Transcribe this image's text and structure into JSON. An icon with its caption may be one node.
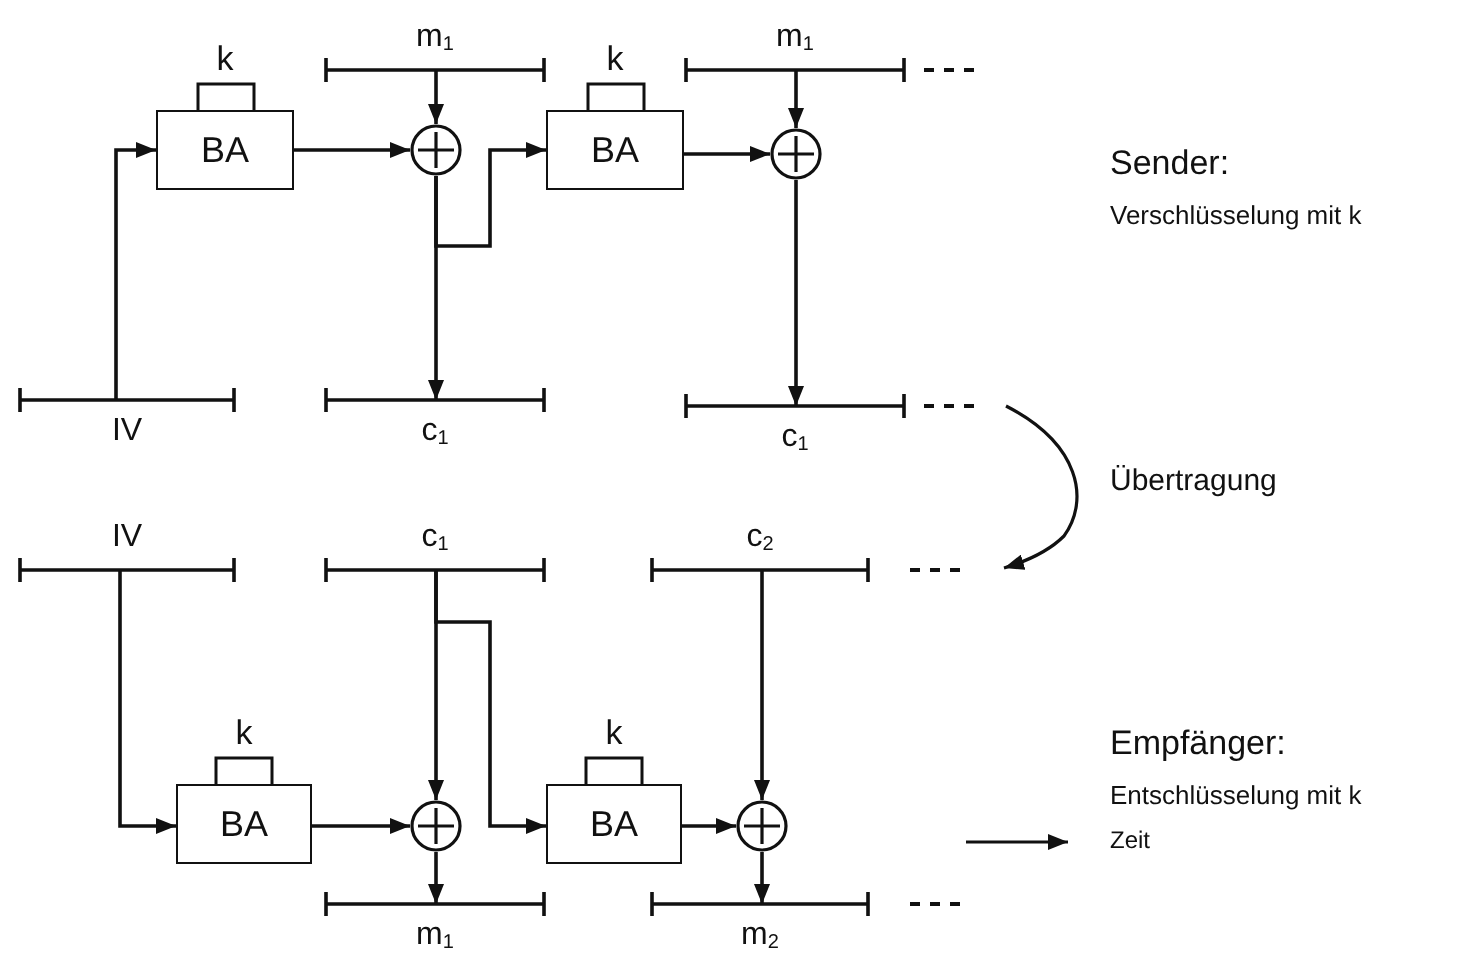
{
  "diagram": {
    "nodes": [
      {
        "text": [
          "IV"
        ]
      },
      {
        "text": [
          "BA"
        ],
        "beside": [
          "k"
        ]
      },
      {
        "text": [],
        "shape": "circle"
      },
      {
        "text": [
          "m$_{1}$"
        ]
      },
      {
        "text": [
          "c$_{1}$"
        ]
      },
      {
        "text": [
          "BA"
        ],
        "beside": [
          "k"
        ]
      },
      {
        "text": [],
        "shape": "circle"
      },
      {
        "text": [
          "m$_{1}$"
        ]
      },
      {
        "text": [
          "c$_{1}$"
        ]
      },
      {
        "text": [
          "IV"
        ]
      },
      {
        "text": [
          "c$_{1}$"
        ]
      },
      {
        "text": [
          "c$_{2}$"
        ]
      },
      {
        "text": [
          "BA"
        ],
        "beside": [
          "k"
        ]
      },
      {
        "text": [],
        "shape": "circle"
      },
      {
        "text": [
          "m$_{1}$"
        ]
      },
      {
        "text": [
          "BA"
        ],
        "beside": [
          "k"
        ]
      },
      {
        "text": [],
        "shape": "circle"
      },
      {
        "text": [
          "m$_{2}$"
        ]
      }
    ],
    "edges": [
      {
        "from": 0,
        "to": 1,
        "arrow": "to"
      },
      {
        "from": 1,
        "to": 2,
        "arrow": "to"
      },
      {
        "from": 3,
        "to": 2,
        "arrow": "to"
      },
      {
        "from": 2,
        "to": 4,
        "arrow": "to"
      },
      {
        "from": 2,
        "to": 5,
        "arrow": "to"
      },
      {
        "from": 5,
        "to": 6,
        "arrow": "to"
      },
      {
        "from": 7,
        "to": 6,
        "arrow": "to"
      },
      {
        "from": 6,
        "to": 8,
        "arrow": "to"
      },
      {
        "from": 9,
        "to": 12,
        "arrow": "to"
      },
      {
        "from": 12,
        "to": 13,
        "arrow": "to"
      },
      {
        "from": 10,
        "to": 13,
        "arrow": "to"
      },
      {
        "from": 13,
        "to": 14,
        "arrow": "to"
      },
      {
        "from": 10,
        "to": 15,
        "arrow": "to"
      },
      {
        "from": 15,
        "to": 16,
        "arrow": "to"
      },
      {
        "from": 11,
        "to": 16,
        "arrow": "to"
      },
      {
        "from": 16,
        "to": 17,
        "arrow": "to"
      }
    ],
    "labels": [
      "Sender:",
      "Verschlüsselung mit k",
      "Übertragung",
      "Empfänger:",
      "Entschlüsselung mit k",
      "Zeit"
    ]
  }
}
